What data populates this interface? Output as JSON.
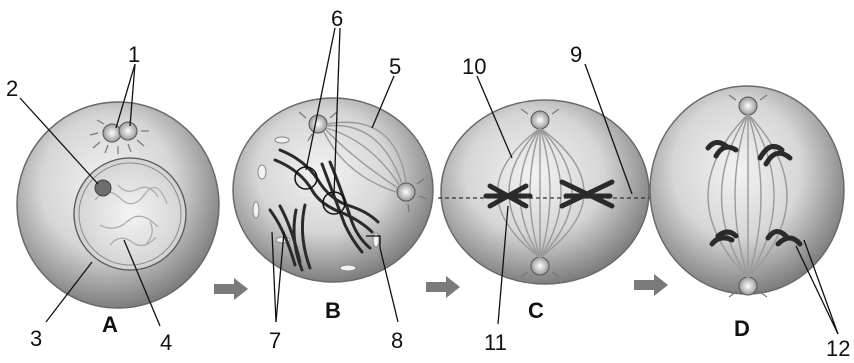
{
  "figure": {
    "stage_labels": [
      "A",
      "B",
      "C",
      "D"
    ],
    "part_numbers": [
      "1",
      "2",
      "3",
      "4",
      "5",
      "6",
      "7",
      "8",
      "9",
      "10",
      "11",
      "12"
    ]
  },
  "colors": {
    "cell_outer": "#8f8f8f",
    "cell_inner": "#e6e6e6",
    "chromosome": "#333333",
    "arrow": "#7a7a7a"
  }
}
